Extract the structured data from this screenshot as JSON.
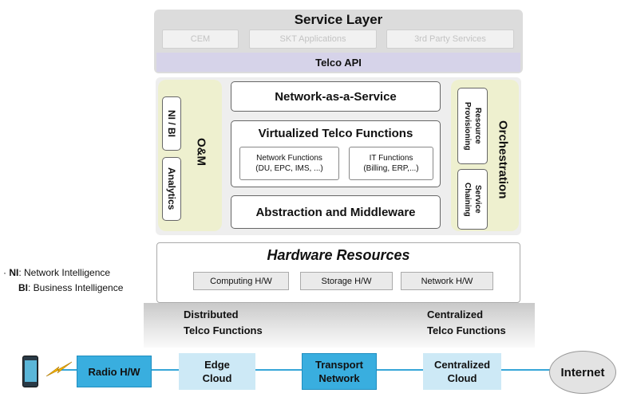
{
  "service_layer": {
    "title": "Service Layer",
    "items": [
      "CEM",
      "SKT Applications",
      "3rd Party Services"
    ],
    "api": "Telco API"
  },
  "om": {
    "label": "O&M",
    "items": [
      "NI / BI",
      "Analytics"
    ]
  },
  "orchestration": {
    "label": "Orchestration",
    "items": [
      "Resource Provisioning",
      "Service Chaining"
    ]
  },
  "middle": {
    "naas": "Network-as-a-Service",
    "vtf": "Virtualized Telco Functions",
    "nf_title": "Network Functions",
    "nf_sub": "(DU, EPC, IMS, ...)",
    "it_title": "IT Functions",
    "it_sub": "(Billing, ERP,...)",
    "abstraction": "Abstraction and Middleware"
  },
  "hardware": {
    "title": "Hardware Resources",
    "items": [
      "Computing H/W",
      "Storage H/W",
      "Network H/W"
    ]
  },
  "distributed": {
    "line1": "Distributed",
    "line2": "Telco Functions"
  },
  "centralized": {
    "line1": "Centralized",
    "line2": "Telco Functions"
  },
  "legend": {
    "ni_abbr": "NI",
    "ni_def": ": Network Intelligence",
    "bi_abbr": "BI",
    "bi_def": ": Business Intelligence"
  },
  "chain": {
    "radio": "Radio H/W",
    "edge_line1": "Edge",
    "edge_line2": "Cloud",
    "transport_line1": "Transport",
    "transport_line2": "Network",
    "central_line1": "Centralized",
    "central_line2": "Cloud",
    "internet": "Internet"
  },
  "colors": {
    "node_dark": "#39aedf",
    "node_light": "#cde9f6",
    "panel_yellow": "#eef0cf",
    "api_band": "#d6d3e9"
  }
}
